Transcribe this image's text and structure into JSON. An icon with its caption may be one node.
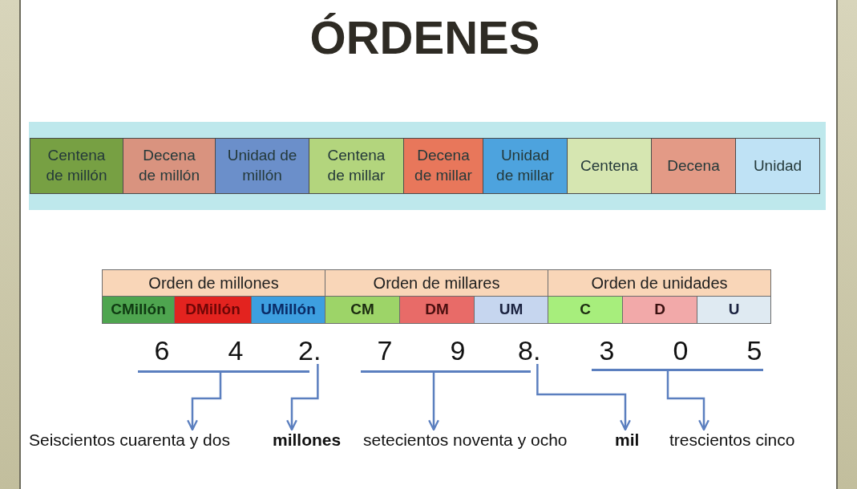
{
  "diagram": {
    "title": "ÓRDENES",
    "nodes": [
      {
        "text": [
          "2."
        ]
      },
      {
        "text": [
          "8."
        ]
      },
      {
        "text": [],
        "shape": "bar"
      },
      {
        "text": [],
        "shape": "bar"
      },
      {
        "text": [],
        "shape": "bar"
      },
      {
        "text": [
          "Seiscientos cuarenta y dos"
        ]
      },
      {
        "text": [
          "millones"
        ]
      },
      {
        "text": [
          "setecientos noventa y ocho"
        ]
      },
      {
        "text": [
          "mil"
        ]
      },
      {
        "text": [
          "trescientos cinco"
        ]
      }
    ],
    "edges": [
      {
        "from": 2,
        "to": 5,
        "arrow": "to"
      },
      {
        "from": 0,
        "to": 6,
        "arrow": "to"
      },
      {
        "from": 3,
        "to": 7,
        "arrow": "to"
      },
      {
        "from": 1,
        "to": 8,
        "arrow": "to"
      },
      {
        "from": 4,
        "to": 9,
        "arrow": "to"
      }
    ],
    "labels": [
      "Centena de millón",
      "Decena de millón",
      "Unidad de millón",
      "Centena de millar",
      "Decena de millar",
      "Unidad de millar",
      "Centena",
      "Decena",
      "Unidad",
      "Orden de millones",
      "Orden de millares",
      "Orden de unidades",
      "CMillón",
      "DMillón",
      "UMillón",
      "CM",
      "DM",
      "UM",
      "C",
      "D",
      "U",
      "6",
      "4",
      "7",
      "9",
      "3",
      "0",
      "5"
    ]
  }
}
